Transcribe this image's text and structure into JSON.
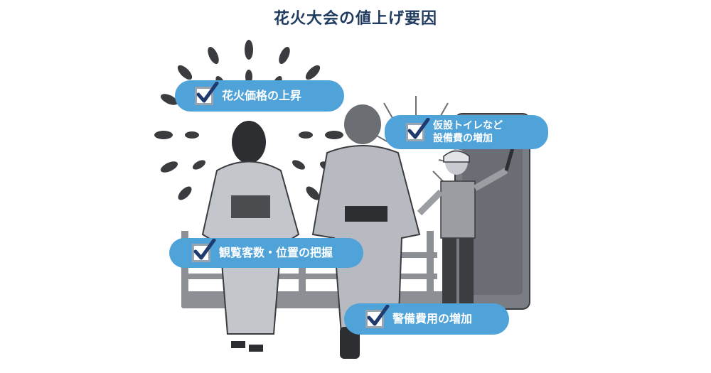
{
  "title": "花火大会の値上げ要因",
  "labels": {
    "fireworks_price": "花火価格の上昇",
    "facilities": "仮設トイレなど\n設備費の増加",
    "visitors": "観覧客数・位置の把握",
    "security": "警備費用の増加"
  },
  "colors": {
    "label_bg": "#4fa3d9",
    "title": "#1f3a5f",
    "check": "#1f3a6e"
  }
}
